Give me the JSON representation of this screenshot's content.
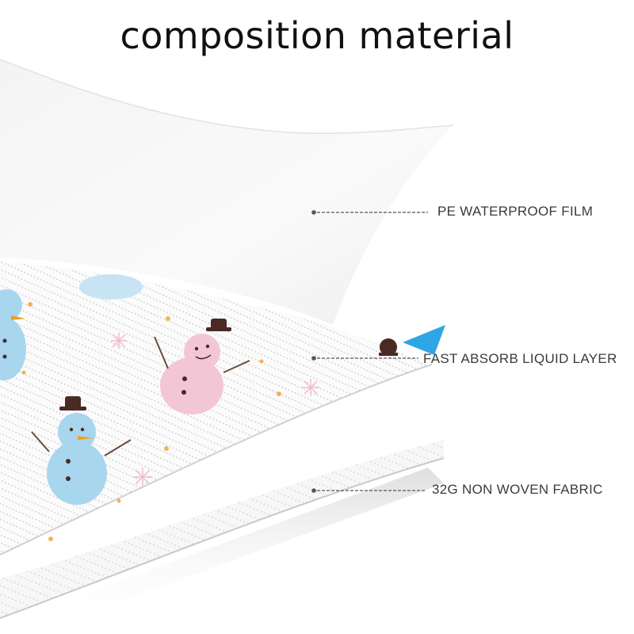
{
  "title": "composition material",
  "layers": [
    {
      "label": "PE WATERPROOF FILM"
    },
    {
      "label": "FAST ABSORB LIQUID LAYER"
    },
    {
      "label": "32G NON WOVEN FABRIC"
    }
  ],
  "colors": {
    "leader": "#555555",
    "snowman_blue": "#a9d6ef",
    "snowman_pink": "#f3c6d5",
    "hat": "#4a2a22",
    "accent_blue": "#2ea6e6",
    "dots": "#d9d9d9"
  },
  "icons": [
    "snowman-blue-icon",
    "snowman-pink-icon",
    "snowflake-icon",
    "arrow-pointer-icon"
  ]
}
